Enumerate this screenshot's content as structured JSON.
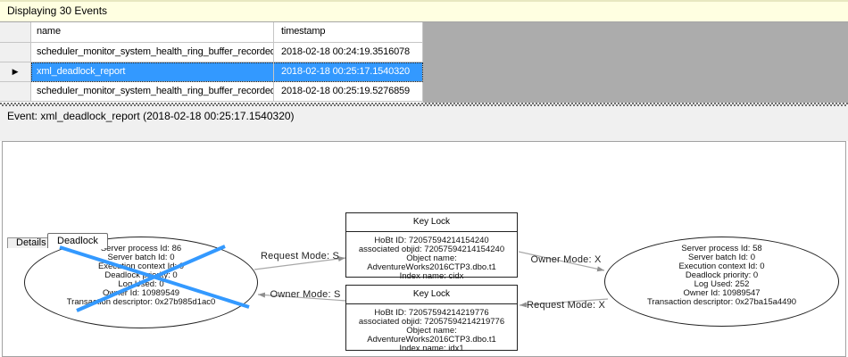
{
  "status_bar": {
    "text": "Displaying 30 Events"
  },
  "grid": {
    "columns": [
      "name",
      "timestamp"
    ],
    "current_row_marker": "▶",
    "rows": [
      {
        "name": "scheduler_monitor_system_health_ring_buffer_recorded",
        "timestamp": "2018-02-18 00:24:19.3516078",
        "selected": false
      },
      {
        "name": "xml_deadlock_report",
        "timestamp": "2018-02-18 00:25:17.1540320",
        "selected": true
      },
      {
        "name": "scheduler_monitor_system_health_ring_buffer_recorded",
        "timestamp": "2018-02-18 00:25:19.5276859",
        "selected": false
      }
    ]
  },
  "event_bar": {
    "text": "Event: xml_deadlock_report (2018-02-18 00:25:17.1540320)"
  },
  "tabs": [
    {
      "label": "Details",
      "active": false
    },
    {
      "label": "Deadlock",
      "active": true
    }
  ],
  "graph": {
    "left_process": {
      "victim": true,
      "lines": [
        "Server process Id: 86",
        "Server batch Id: 0",
        "Execution context Id: 0",
        "Deadlock priority: 0",
        "Log Used: 0",
        "Owner Id: 10989549",
        "Transaction descriptor: 0x27b985d1ac0"
      ]
    },
    "right_process": {
      "victim": false,
      "lines": [
        "Server process Id: 58",
        "Server batch Id: 0",
        "Execution context Id: 0",
        "Deadlock priority: 0",
        "Log Used: 252",
        "Owner Id: 10989547",
        "Transaction descriptor: 0x27ba15a4490"
      ]
    },
    "top_lock": {
      "title": "Key Lock",
      "lines": [
        "HoBt ID: 72057594214154240",
        "associated objid: 72057594214154240",
        "Object name: AdventureWorks2016CTP3.dbo.t1",
        "Index name: cidx"
      ]
    },
    "bottom_lock": {
      "title": "Key Lock",
      "lines": [
        "HoBt ID: 72057594214219776",
        "associated objid: 72057594214219776",
        "Object name: AdventureWorks2016CTP3.dbo.t1",
        "Index name: idx1"
      ]
    },
    "edges": {
      "request_s": {
        "label": "Request Mode: S"
      },
      "owner_x": {
        "label": "Owner Mode: X"
      },
      "owner_s": {
        "label": "Owner Mode: S"
      },
      "request_x": {
        "label": "Request Mode: X"
      }
    }
  },
  "colors": {
    "selection_blue": "#3399ff",
    "victim_cross_blue": "#3399ff",
    "status_bar_yellow": "#ffffe1",
    "filler_gray": "#acacac",
    "chrome_gray": "#f0f0f0",
    "grid_border": "#c6c6c6",
    "edge_gray": "#a8a8a8"
  }
}
